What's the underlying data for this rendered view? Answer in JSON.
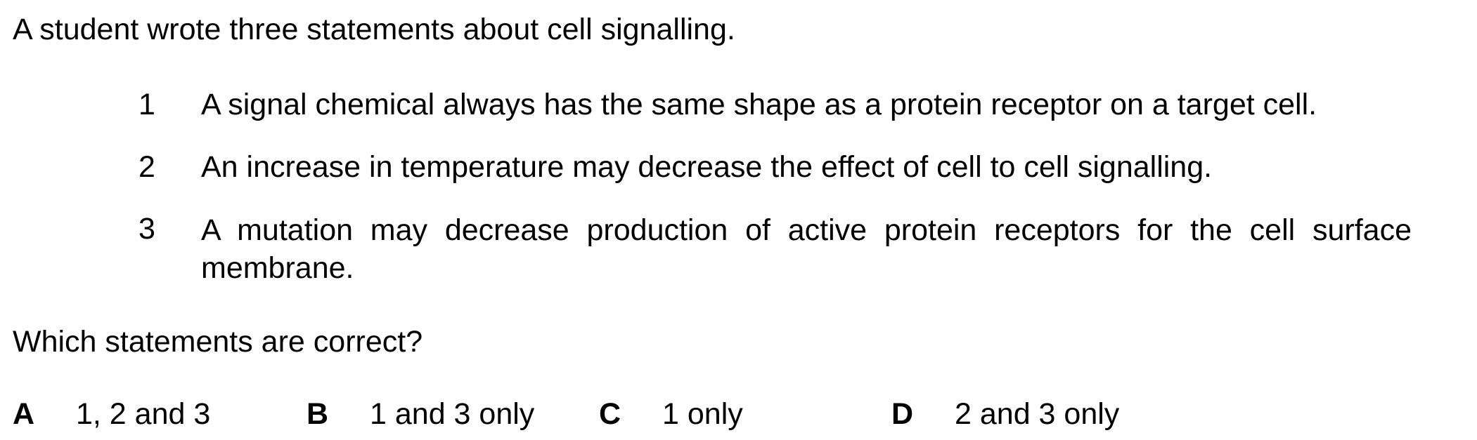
{
  "intro": "A student wrote three statements about cell signalling.",
  "statements": [
    {
      "number": "1",
      "text": "A signal chemical always has the same shape as a protein receptor on a target cell."
    },
    {
      "number": "2",
      "text": "An increase in temperature may decrease the effect of cell to cell signalling."
    },
    {
      "number": "3",
      "text": "A mutation may decrease production of active protein receptors for the cell surface membrane."
    }
  ],
  "question": "Which statements are correct?",
  "options": [
    {
      "letter": "A",
      "text": "1, 2 and 3"
    },
    {
      "letter": "B",
      "text": "1 and 3 only"
    },
    {
      "letter": "C",
      "text": "1 only"
    },
    {
      "letter": "D",
      "text": "2 and 3 only"
    }
  ]
}
